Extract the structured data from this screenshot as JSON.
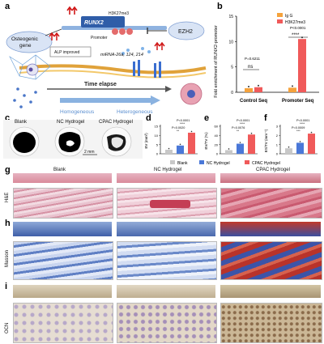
{
  "panels": {
    "a": "a",
    "b": "b",
    "c": "c",
    "d": "d",
    "e": "e",
    "f": "f",
    "g": "g",
    "h": "h",
    "i": "i"
  },
  "schematic": {
    "runx2": "RUNX2",
    "h3k27me3": "H3K27me3",
    "promoter": "Promoter",
    "ezh2": "EZH2",
    "osteogenic": "Osteogenic",
    "gene": "gene",
    "alp": "ALP improved",
    "mirna": "miRNA-26a, 124, 214",
    "time": "Time elapse",
    "homogeneous": "Homogeneous",
    "heterogeneous": "Heterogeneous"
  },
  "chart_b": {
    "ylabel": "Fold enrichment of RUNX2-promoter",
    "legend": [
      "Ig G",
      "H3K27me3"
    ],
    "categories": [
      "Control Seq",
      "Promoter Seq"
    ],
    "sig_control": "P=0.6211",
    "sig_control_mark": "ns",
    "sig_promoter": "P<0.0001",
    "sig_promoter_mark": "****",
    "ticks": [
      "0",
      "5",
      "10",
      "15"
    ]
  },
  "microct": {
    "labels": [
      "Blank",
      "NC Hydrogel",
      "CPAC Hydrogel"
    ],
    "scale": "2 mm"
  },
  "chart_d": {
    "ylabel": "BV (mm³)",
    "p1": "P<0.0001",
    "p2": "P=0.0020",
    "m1": "****",
    "m2": "**",
    "ticks": [
      "0",
      "5",
      "10",
      "15"
    ]
  },
  "chart_e": {
    "ylabel": "BV/TV (%)",
    "p1": "P<0.0001",
    "p2": "P=0.0076",
    "m1": "****",
    "m2": "**",
    "ticks": [
      "0",
      "20",
      "40",
      "60"
    ]
  },
  "chart_f": {
    "ylabel": "BS/TV (mm⁻¹)",
    "p1": "P<0.0001",
    "p2": "P=0.0009",
    "m1": "****",
    "m2": "***",
    "ticks": [
      "0",
      "1",
      "2",
      "3"
    ]
  },
  "legend_def": [
    "Blank",
    "NC Hydrogel",
    "CPAC Hydrogel"
  ],
  "histo_cols": [
    "Blank",
    "NC Hydrogel",
    "CPAC Hydrogel"
  ],
  "histo_rows": [
    "H&E",
    "Masson",
    "OCN"
  ],
  "colors": {
    "blank": "#c8c8c8",
    "nc": "#4a78d8",
    "cpac": "#f05a5a",
    "igg": "#f5a23c",
    "h3k": "#f05a5a",
    "he": "#d98a9a",
    "masson": "#4b6fb0",
    "ocn": "#cdbfa2"
  },
  "chart_data": [
    {
      "type": "bar",
      "categories": [
        "Control Seq",
        "Promoter Seq"
      ],
      "series": [
        {
          "name": "Ig G",
          "values": [
            0.8,
            0.9
          ]
        },
        {
          "name": "H3K27me3",
          "values": [
            1.0,
            10.5
          ]
        }
      ],
      "ylabel": "Fold enrichment of RUNX2-promoter",
      "ylim": [
        0,
        15
      ]
    },
    {
      "type": "bar",
      "categories": [
        "Blank",
        "NC Hydrogel",
        "CPAC Hydrogel"
      ],
      "values": [
        2.2,
        4.5,
        11.5
      ],
      "ylabel": "BV (mm³)",
      "ylim": [
        0,
        15
      ]
    },
    {
      "type": "bar",
      "categories": [
        "Blank",
        "NC Hydrogel",
        "CPAC Hydrogel"
      ],
      "values": [
        8,
        22,
        42
      ],
      "ylabel": "BV/TV (%)",
      "ylim": [
        0,
        60
      ]
    },
    {
      "type": "bar",
      "categories": [
        "Blank",
        "NC Hydrogel",
        "CPAC Hydrogel"
      ],
      "values": [
        0.6,
        1.2,
        2.2
      ],
      "ylabel": "BS/TV (mm⁻¹)",
      "ylim": [
        0,
        3
      ]
    }
  ]
}
